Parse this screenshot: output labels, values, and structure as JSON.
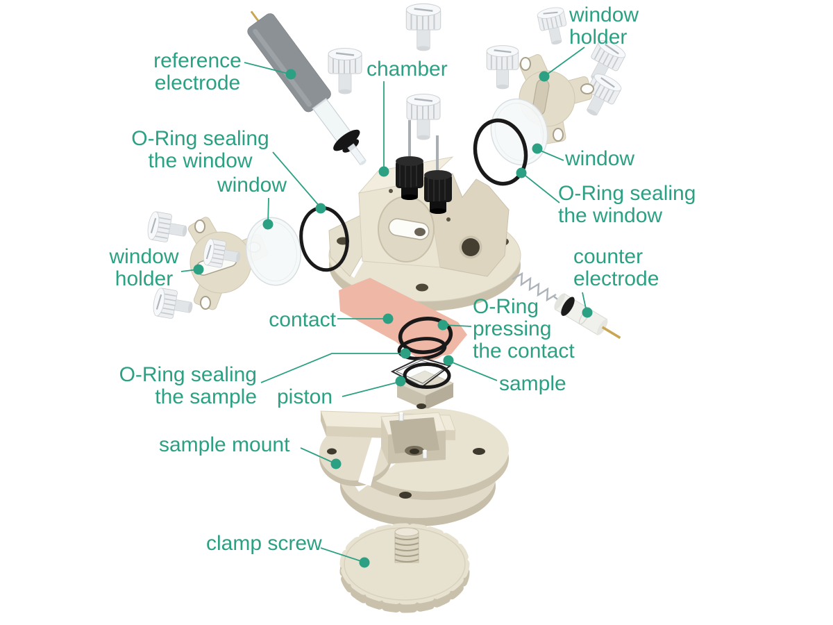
{
  "diagram": {
    "description": "Exploded-view assembly diagram of a spectro-electrochemical cell",
    "colors": {
      "label_green": "#2BA083",
      "part_beige": "#E8E2D1",
      "part_beige_shade": "#CBC3AD",
      "oring_black": "#1A1A1A",
      "contact_salmon": "#EFB7A6",
      "metal_gray": "#A9AEB3",
      "gold": "#C9A653",
      "screw_white": "#EDEFF1",
      "glass": "#EFF4F6"
    },
    "labels": {
      "reference_electrode": "reference\nelectrode",
      "chamber": "chamber",
      "window_holder_right": "window\nholder",
      "window_right": "window",
      "oring_window_right": "O-Ring sealing\nthe window",
      "oring_window_left": "O-Ring sealing\nthe window",
      "window_left": "window",
      "window_holder_left": "window\nholder",
      "counter_electrode": "counter\nelectrode",
      "contact": "contact",
      "oring_pressing_contact": "O-Ring\npressing\nthe contact",
      "sample": "sample",
      "oring_sealing_sample": "O-Ring sealing\nthe sample",
      "piston": "piston",
      "sample_mount": "sample mount",
      "clamp_screw": "clamp screw"
    }
  }
}
